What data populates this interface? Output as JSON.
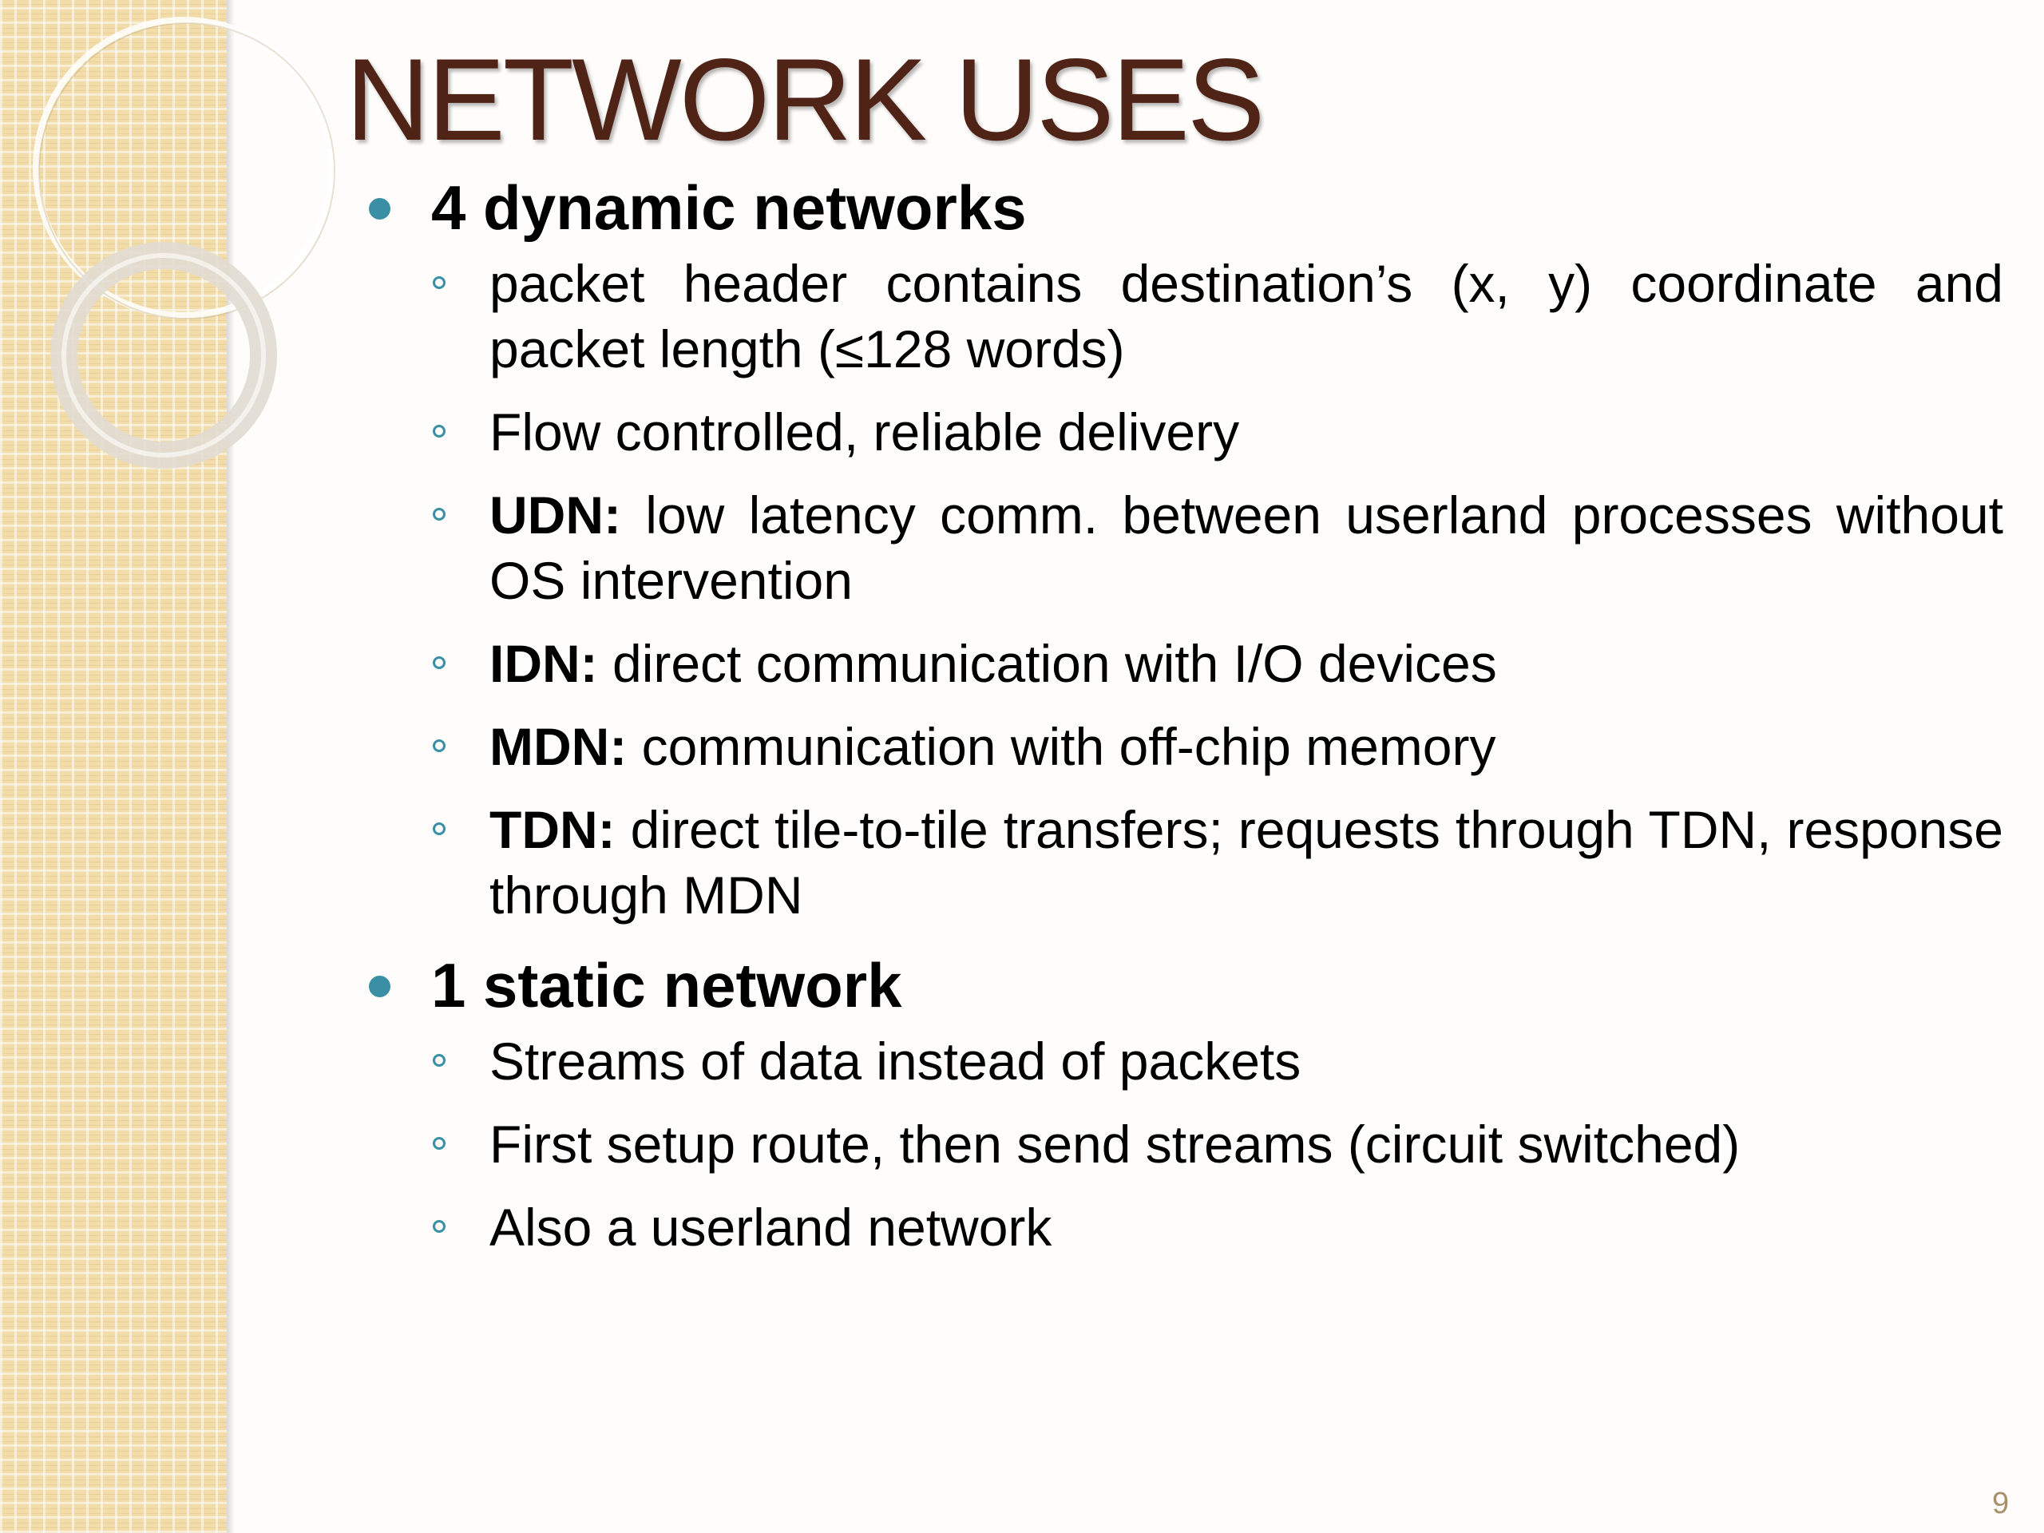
{
  "slide": {
    "title": "NETWORK USES",
    "page_number": "9",
    "colors": {
      "title": "#4f2416",
      "bullet": "#3b8fa5",
      "left_panel": "#f2dcaa",
      "page_number": "#a8906a"
    }
  },
  "sections": [
    {
      "heading": "4 dynamic networks",
      "items": [
        {
          "bold": "",
          "text": "packet header contains destination’s (x, y) coordinate and packet length (≤128 words)"
        },
        {
          "bold": "",
          "text": "Flow controlled, reliable delivery"
        },
        {
          "bold": "UDN:",
          "text": " low latency comm.  between userland processes without OS intervention"
        },
        {
          "bold": "IDN:",
          "text": " direct communication with I/O devices"
        },
        {
          "bold": "MDN:",
          "text": " communication with off-chip memory"
        },
        {
          "bold": "TDN:",
          "text": " direct tile-to-tile transfers; requests through TDN, response through MDN"
        }
      ]
    },
    {
      "heading": "1 static network",
      "items": [
        {
          "bold": "",
          "text": "Streams of data instead of packets"
        },
        {
          "bold": "",
          "text": "First setup route, then send streams (circuit switched)"
        },
        {
          "bold": "",
          "text": "Also a userland network"
        }
      ]
    }
  ]
}
